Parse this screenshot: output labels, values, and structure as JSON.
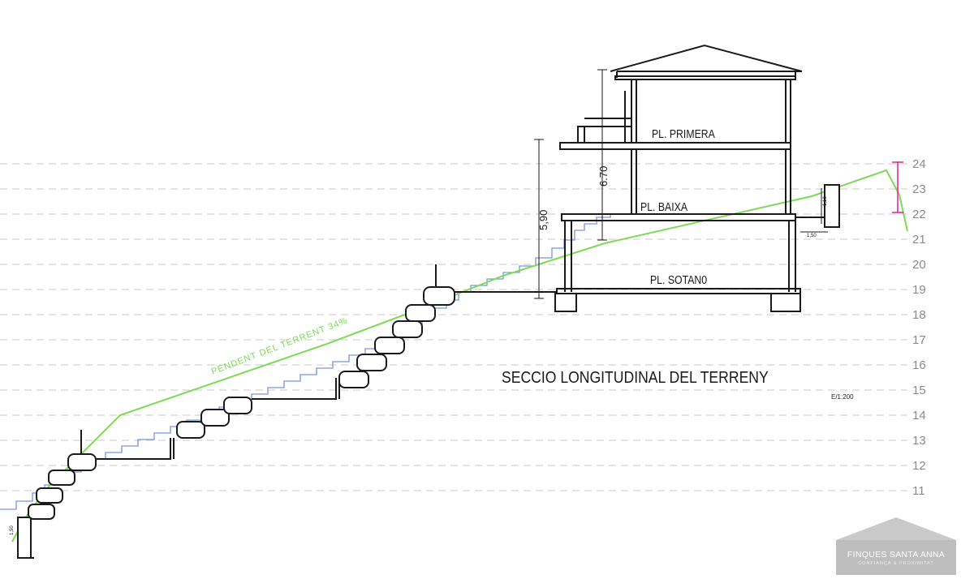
{
  "title": "SECCIO LONGITUDINAL DEL TERRENY",
  "scale": "E/1:200",
  "floors": {
    "primera": "PL. PRIMERA",
    "baixa": "PL. BAIXA",
    "sotano": "PL. SOTAN0"
  },
  "slope_label": "PENDENT DEL TERRENT 34%",
  "dimensions": {
    "total_height": "5,90",
    "inner_height": "6.70",
    "wall_height": "1,18",
    "wall_width": "1,50",
    "left_wall": "1,50"
  },
  "level_marks": [
    "24",
    "23",
    "22",
    "21",
    "20",
    "19",
    "18",
    "17",
    "16",
    "15",
    "14",
    "13",
    "12",
    "11"
  ],
  "colors": {
    "terrain": "#7ed957",
    "existing": "#7b93e0",
    "ink": "#1a1a1a",
    "marker": "#e0208a",
    "guide": "#c8c8c8"
  },
  "logo": {
    "name": "FINQUES SANTA ANNA",
    "tagline": "CONFIANÇA & PROXIMITAT"
  }
}
